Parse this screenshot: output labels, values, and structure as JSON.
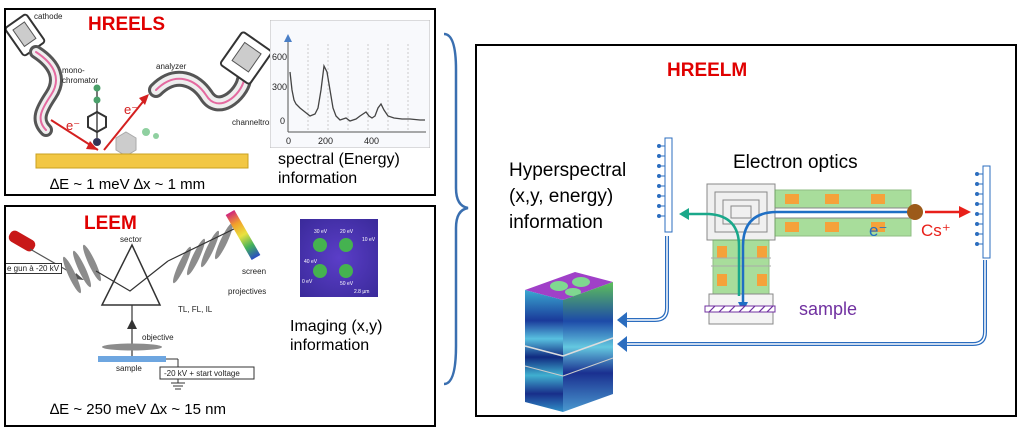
{
  "hreels": {
    "title": "HREELS",
    "labels": {
      "cathode": "cathode",
      "monochromator_1": "mono-",
      "monochromator_2": "chromator",
      "analyzer": "analyzer",
      "channeltron": "channeltron",
      "electron_1": "e⁻",
      "electron_2": "e⁻"
    },
    "resolution": "∆E ~ 1 meV   ∆x ~ 1 mm",
    "spectrum": {
      "y_ticks": [
        "600",
        "300",
        "0"
      ],
      "x_ticks": [
        "0",
        "200",
        "400"
      ]
    },
    "caption_line1": "spectral (Energy)",
    "caption_line2": "information"
  },
  "leem": {
    "title": "LEEM",
    "labels": {
      "gun": "e gun à -20 kV",
      "sector": "sector",
      "screen": "screen",
      "projectives": "projectives",
      "lenses": "TL, FL, IL",
      "objective": "objective",
      "sample": "sample",
      "voltage": "-20 kV + start voltage"
    },
    "image_labels": {
      "ev30": "30 eV",
      "ev20": "20 eV",
      "ev10": "10 eV",
      "ev40": "40 eV",
      "ev50": "50 eV",
      "ev0": "0 eV",
      "scale": "2.8 µm"
    },
    "resolution": "∆E ~ 250 meV   ∆x ~ 15 nm",
    "caption_line1": "Imaging (x,y)",
    "caption_line2": "information"
  },
  "hreelm": {
    "title": "HREELM",
    "hyperspectral_line1": "Hyperspectral",
    "hyperspectral_line2": "(x,y, energy)",
    "hyperspectral_line3": "information",
    "electron_optics": "Electron optics",
    "electron_label": "e⁻",
    "cs_label": "Cs⁺",
    "sample_label": "sample"
  },
  "colors": {
    "title_red": "#e00000",
    "beam_blue": "#1f6fc4",
    "arrow_teal": "#1aa88a",
    "cs_red": "#e8201a",
    "sample_purple": "#7030a0",
    "optics_green": "#8cd27a",
    "optics_orange": "#f5a23a"
  }
}
